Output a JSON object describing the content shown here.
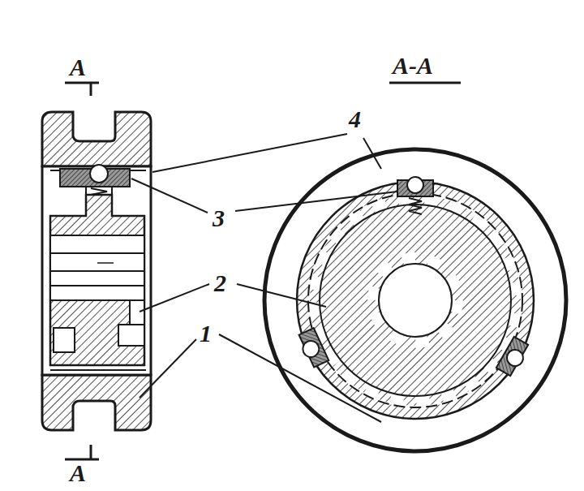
{
  "diagram": {
    "labels": [
      "А",
      "А",
      "А-А",
      "4",
      "3",
      "2",
      "1"
    ]
  }
}
